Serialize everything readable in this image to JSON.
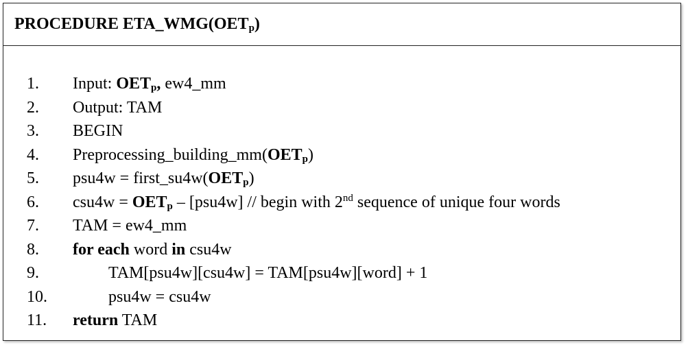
{
  "title": {
    "prefix": "PROCEDURE ETA_WMG(OET",
    "sub": "p",
    "suffix": ")"
  },
  "lines": [
    {
      "num": "1.",
      "parts": [
        "Input: ",
        "OET",
        "p",
        ",",
        " ew4_mm"
      ]
    },
    {
      "num": "2.",
      "text": "Output: TAM"
    },
    {
      "num": "3.",
      "text": "BEGIN"
    },
    {
      "num": "4.",
      "parts": [
        "Preprocessing_building_mm(",
        "OET",
        "p",
        ")"
      ]
    },
    {
      "num": "5.",
      "parts": [
        "psu4w = first_su4w(",
        "OET",
        "p",
        ")"
      ]
    },
    {
      "num": "6.",
      "parts": [
        "csu4w = ",
        "OET",
        "p",
        " – [psu4w] // begin with 2",
        "nd",
        " sequence of unique four words"
      ]
    },
    {
      "num": "7.",
      "text": "TAM = ew4_mm"
    },
    {
      "num": "8.",
      "parts": [
        "for each",
        " word ",
        "in",
        " csu4w"
      ]
    },
    {
      "num": "9.",
      "text": "TAM[psu4w][csu4w] = TAM[psu4w][word] + 1"
    },
    {
      "num": "10.",
      "text": "psu4w = csu4w"
    },
    {
      "num": "11.",
      "parts": [
        "return",
        " TAM"
      ]
    }
  ]
}
